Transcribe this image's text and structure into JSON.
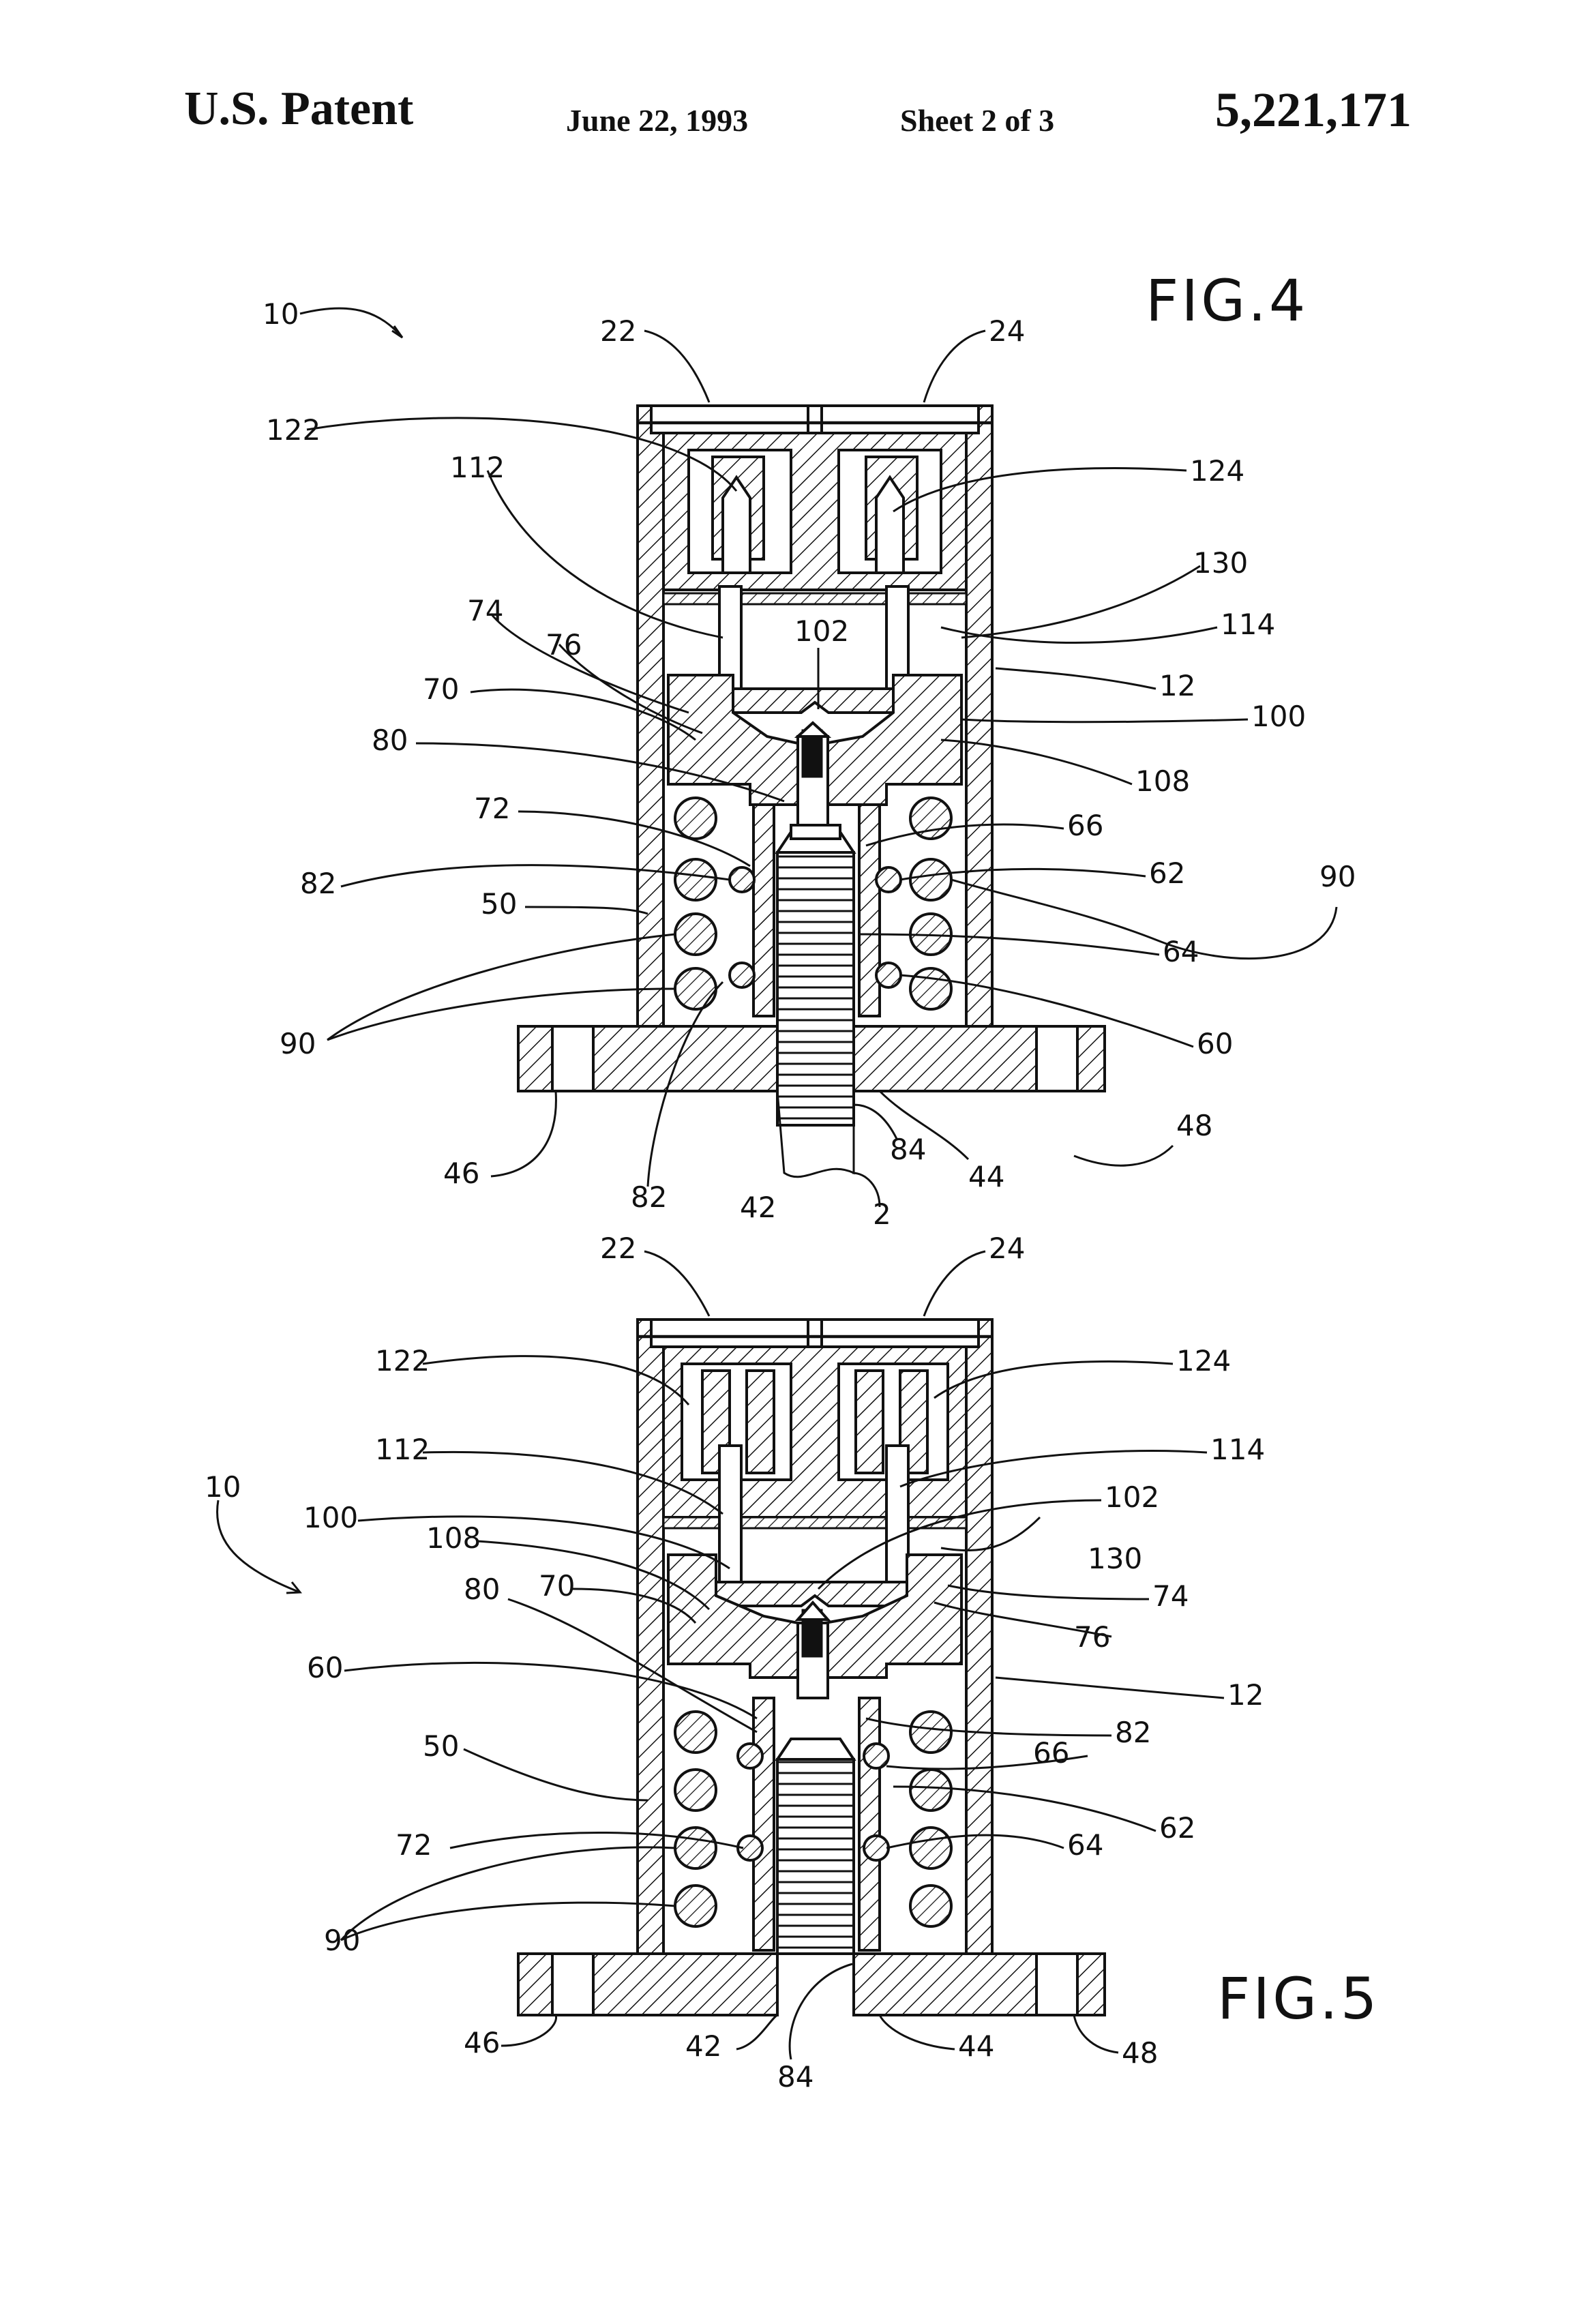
{
  "header": {
    "left": "U.S. Patent",
    "date": "June 22, 1993",
    "sheet": "Sheet 2 of 3",
    "patent_number": "5,221,171"
  },
  "figures": [
    {
      "id": "fig4",
      "title": "FIG.4",
      "labels": [
        "10",
        "22",
        "24",
        "122",
        "112",
        "124",
        "130",
        "114",
        "12",
        "102",
        "74",
        "76",
        "70",
        "100",
        "108",
        "80",
        "72",
        "66",
        "82",
        "62",
        "90",
        "50",
        "64",
        "90",
        "60",
        "46",
        "48",
        "82",
        "42",
        "2",
        "84",
        "44"
      ]
    },
    {
      "id": "fig5",
      "title": "FIG.5",
      "labels": [
        "22",
        "24",
        "122",
        "124",
        "112",
        "114",
        "10",
        "100",
        "102",
        "108",
        "130",
        "70",
        "74",
        "80",
        "76",
        "60",
        "12",
        "82",
        "50",
        "66",
        "62",
        "72",
        "64",
        "90",
        "46",
        "42",
        "84",
        "44",
        "48"
      ]
    }
  ]
}
